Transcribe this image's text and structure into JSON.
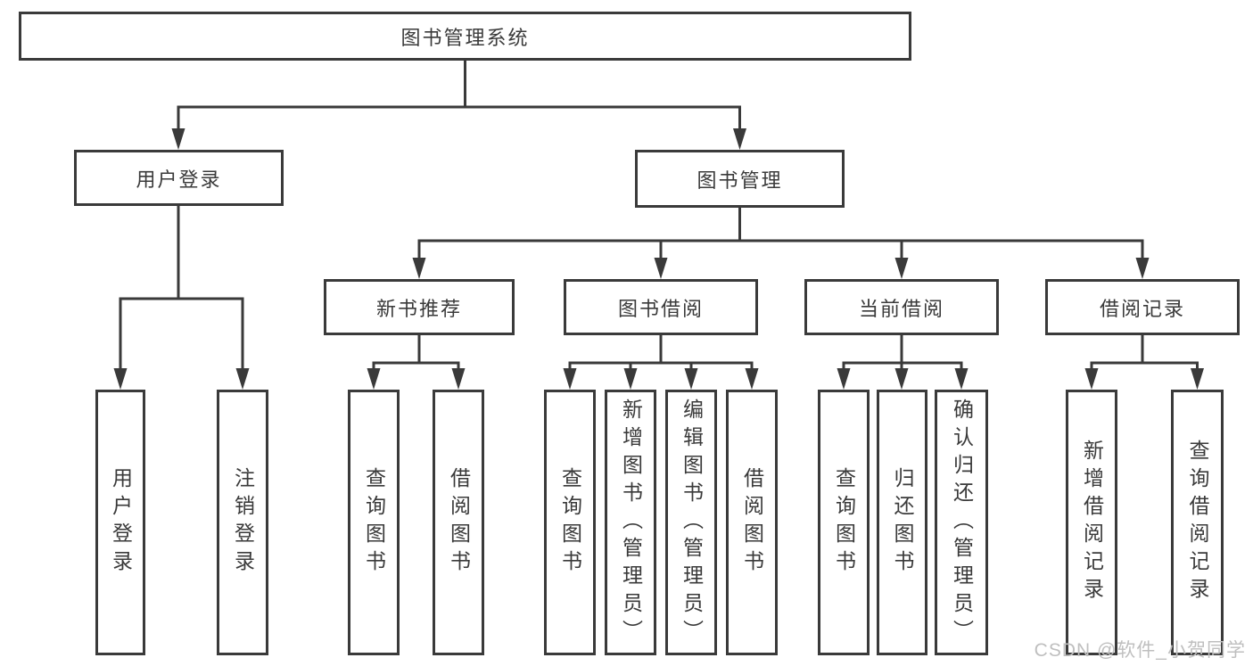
{
  "diagram": {
    "root": {
      "label": "图书管理系统"
    },
    "level2": [
      {
        "label": "用户登录"
      },
      {
        "label": "图书管理"
      }
    ],
    "level3": [
      {
        "label": "新书推荐"
      },
      {
        "label": "图书借阅"
      },
      {
        "label": "当前借阅"
      },
      {
        "label": "借阅记录"
      }
    ],
    "leaves": {
      "user": [
        "用户登录",
        "注销登录"
      ],
      "recommend": [
        "查询图书",
        "借阅图书"
      ],
      "borrow": [
        "查询图书",
        "新增图书（管理员）",
        "编辑图书（管理员）",
        "借阅图书"
      ],
      "current": [
        "查询图书",
        "归还图书",
        "确认归还（管理员）"
      ],
      "records": [
        "新增借阅记录",
        "查询借阅记录"
      ]
    }
  },
  "watermark": {
    "text": "CSDN @软件_小贺同学"
  },
  "colors": {
    "line": "#3a3a3a",
    "text": "#3a3a3a",
    "watermark": "#bfbfbf",
    "background": "#ffffff"
  }
}
